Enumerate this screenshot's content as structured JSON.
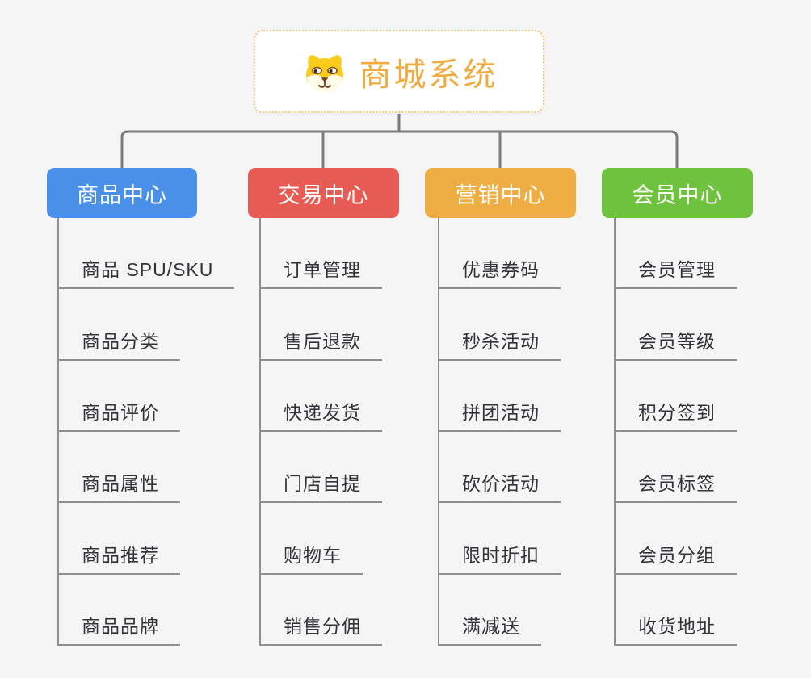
{
  "canvas": {
    "background": "#f5f5f5"
  },
  "root": {
    "title": "商城系统",
    "icon": "dog-face-icon",
    "text_color": "#f0ab3f",
    "border_color": "#f7c478",
    "background": "#ffffff"
  },
  "connector": {
    "color": "#7b7b7b",
    "child_line_color": "#8f8f8f"
  },
  "branches": [
    {
      "id": "goods",
      "label": "商品中心",
      "color": "#4a90e8",
      "children": [
        "商品 SPU/SKU",
        "商品分类",
        "商品评价",
        "商品属性",
        "商品推荐",
        "商品品牌"
      ]
    },
    {
      "id": "trade",
      "label": "交易中心",
      "color": "#e75b55",
      "children": [
        "订单管理",
        "售后退款",
        "快递发货",
        "门店自提",
        "购物车",
        "销售分佣"
      ]
    },
    {
      "id": "marketing",
      "label": "营销中心",
      "color": "#eeae43",
      "children": [
        "优惠券码",
        "秒杀活动",
        "拼团活动",
        "砍价活动",
        "限时折扣",
        "满减送"
      ]
    },
    {
      "id": "member",
      "label": "会员中心",
      "color": "#6ec23d",
      "children": [
        "会员管理",
        "会员等级",
        "积分签到",
        "会员标签",
        "会员分组",
        "收货地址"
      ]
    }
  ]
}
